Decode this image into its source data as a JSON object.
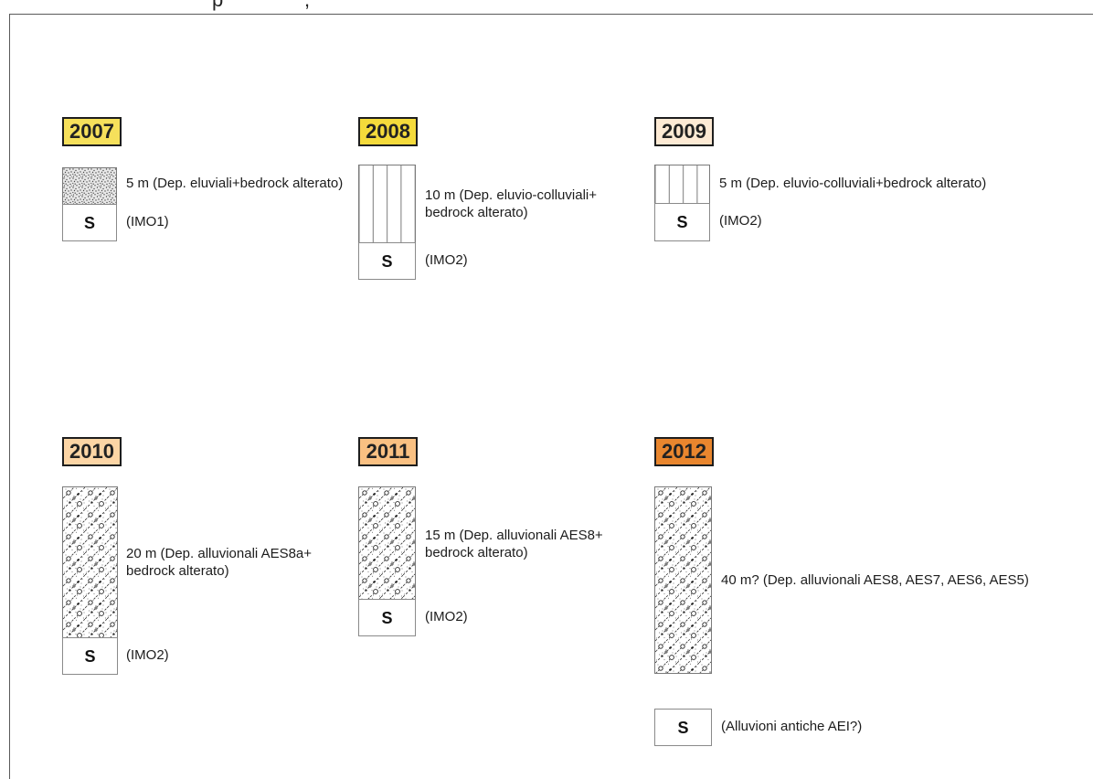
{
  "cropped_heading": {
    "fragment_left": "p",
    "fragment_right": ","
  },
  "columns": [
    {
      "year": "2007",
      "year_color": "#f6e05b",
      "layer_pattern": "stipple-pattern",
      "layer_desc": [
        "5 m (Dep. eluviali+bedrock alterato)"
      ],
      "substrate": {
        "label": "S",
        "desc": "(IMO1)"
      }
    },
    {
      "year": "2008",
      "year_color": "#f4da3b",
      "layer_pattern": "vertical-lines-pattern",
      "layer_desc": [
        "10 m (Dep. eluvio-colluviali+",
        "bedrock alterato)"
      ],
      "substrate": {
        "label": "S",
        "desc": "(IMO2)"
      }
    },
    {
      "year": "2009",
      "year_color": "#fdead4",
      "layer_pattern": "vertical-lines-pattern",
      "layer_desc": [
        "5 m (Dep. eluvio-colluviali+bedrock alterato)"
      ],
      "substrate": {
        "label": "S",
        "desc": "(IMO2)"
      }
    },
    {
      "year": "2010",
      "year_color": "#fcd5a5",
      "layer_pattern": "gravel-pattern",
      "layer_desc": [
        "20 m (Dep. alluvionali AES8a+",
        "bedrock alterato)"
      ],
      "substrate": {
        "label": "S",
        "desc": "(IMO2)"
      }
    },
    {
      "year": "2011",
      "year_color": "#f9c082",
      "layer_pattern": "gravel-pattern",
      "layer_desc": [
        "15 m (Dep. alluvionali AES8+",
        "bedrock alterato)"
      ],
      "substrate": {
        "label": "S",
        "desc": "(IMO2)"
      }
    },
    {
      "year": "2012",
      "year_color": "#e9862e",
      "layer_pattern": "gravel-pattern",
      "layer_desc": [
        "40 m? (Dep. alluvionali AES8, AES7, AES6, AES5)"
      ],
      "substrate": {
        "label": "S",
        "desc": "(Alluvioni antiche AEI?)"
      }
    }
  ]
}
